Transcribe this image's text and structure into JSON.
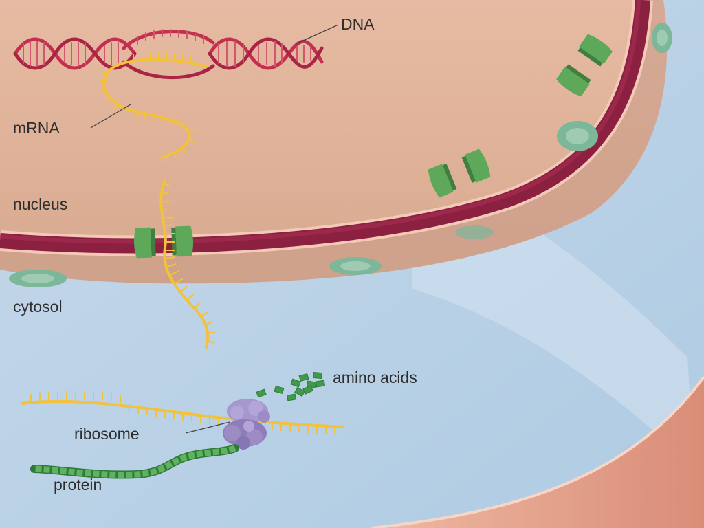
{
  "labels": {
    "dna": "DNA",
    "mrna": "mRNA",
    "nucleus": "nucleus",
    "cytosol": "cytosol",
    "amino_acids": "amino acids",
    "ribosome": "ribosome",
    "protein": "protein"
  },
  "colors": {
    "nucleoplasm": "#dcae96",
    "cytosol": "#bfd2e6",
    "envelope": "#8c2040",
    "nuclear_pore": "#5ea85a",
    "mrna": "#f2c23a",
    "dna": "#c2304e",
    "ribosome": "#9d8cc4",
    "amino_acid": "#3f9a4a",
    "cell_membrane": "#e6a68e"
  }
}
